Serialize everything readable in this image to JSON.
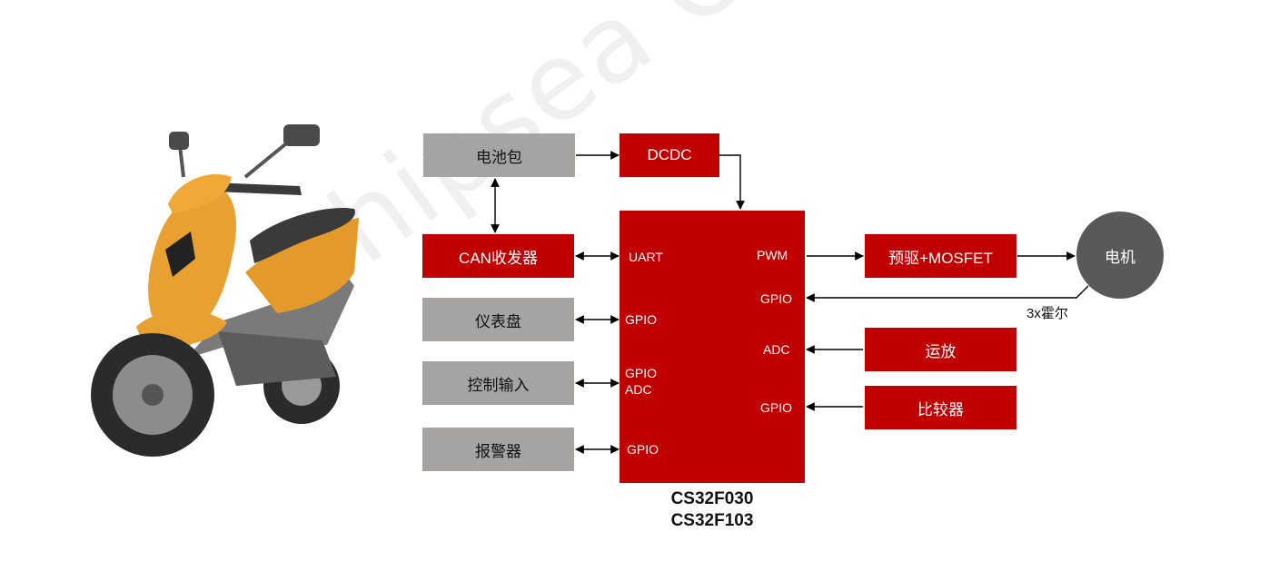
{
  "watermark": "Chipsea Chipsea",
  "blocks": {
    "battery": "电池包",
    "dcdc": "DCDC",
    "can": "CAN收发器",
    "dashboard": "仪表盘",
    "control_input": "控制输入",
    "alarm": "报警器",
    "predriver": "预驱+MOSFET",
    "opamp": "运放",
    "comparator": "比较器",
    "motor": "电机"
  },
  "mcu": {
    "left_pins": [
      "UART",
      "GPIO",
      "GPIO",
      "ADC",
      "GPIO"
    ],
    "right_pins": [
      "PWM",
      "GPIO",
      "ADC",
      "GPIO"
    ],
    "part_numbers": [
      "CS32F030",
      "CS32F103"
    ]
  },
  "hall_label": "3x霍尔",
  "colors": {
    "accent_red": "#c00000",
    "block_grey": "#a6a4a3",
    "motor_grey": "#595959"
  }
}
